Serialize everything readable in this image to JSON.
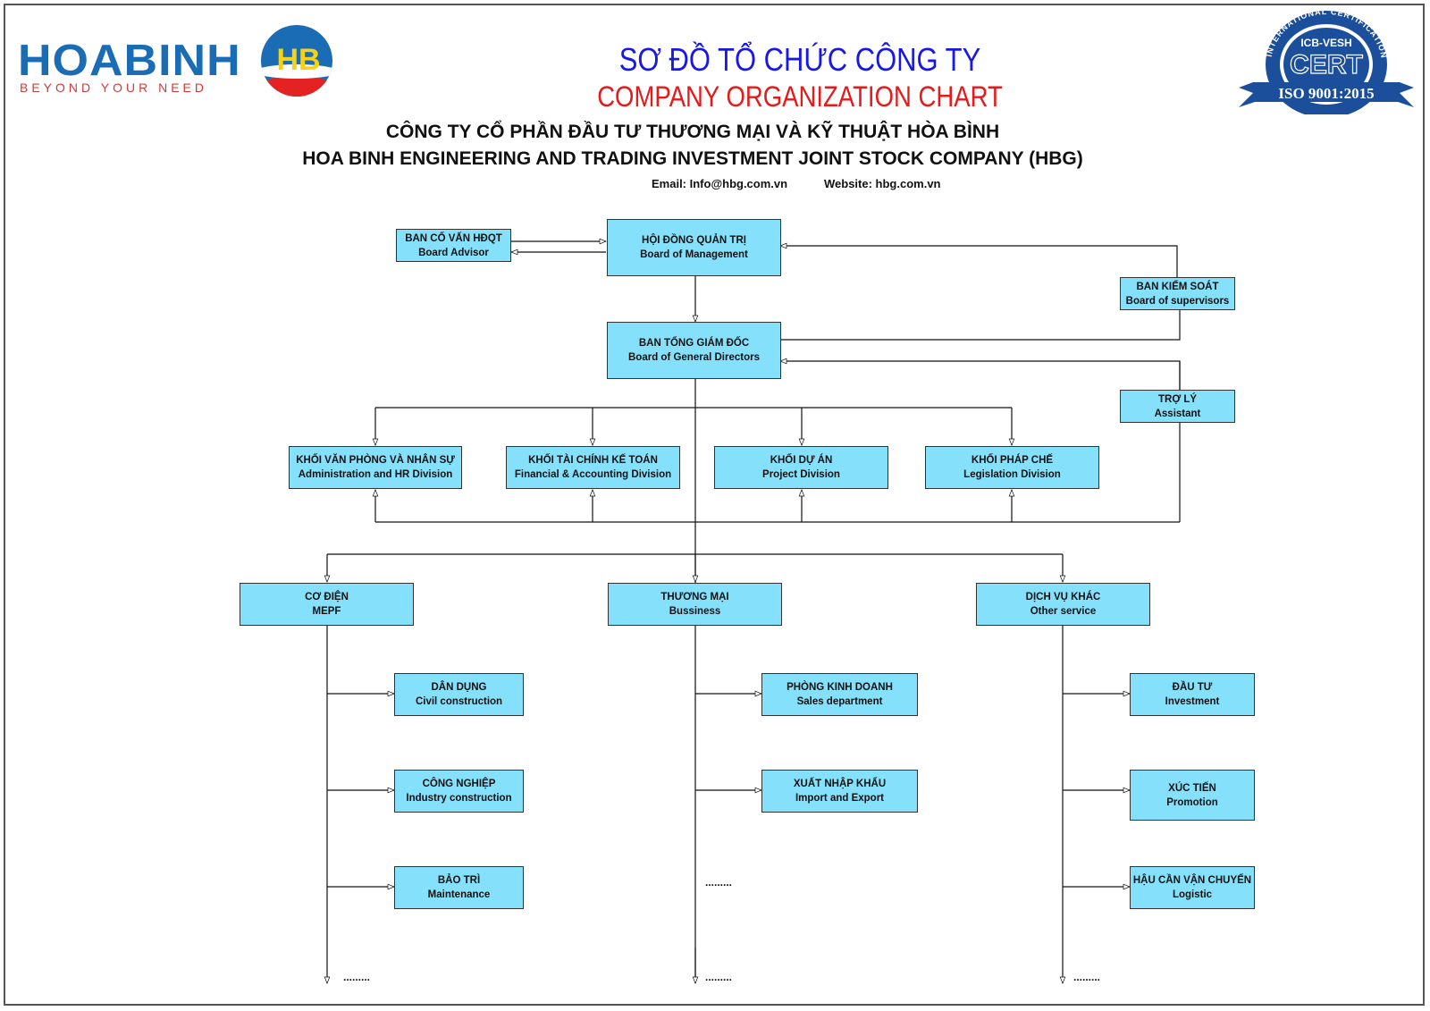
{
  "header": {
    "logo_text": "HOABINH",
    "logo_tagline": "BEYOND YOUR NEED",
    "logo_badge": "HB",
    "title_vn": "SƠ ĐỒ TỔ CHỨC CÔNG TY",
    "title_en": "COMPANY ORGANIZATION CHART",
    "company_vn": "CÔNG TY CỔ PHẦN ĐẦU TƯ THƯƠNG MẠI VÀ KỸ THUẬT HÒA BÌNH",
    "company_en": "HOA BINH ENGINEERING AND TRADING INVESTMENT JOINT STOCK COMPANY (HBG)",
    "email": "Email: Info@hbg.com.vn",
    "website": "Website: hbg.com.vn",
    "cert_ring": "INTERNATIONAL CERTIFICATION BODY",
    "cert_org": "ICB-VESH",
    "cert_word": "CERT",
    "cert_iso": "ISO 9001:2015"
  },
  "colors": {
    "box_fill": "#85e1fb",
    "title_vn": "#1818e6",
    "title_en": "#e61a1a",
    "logo_blue": "#1a6cb5",
    "logo_red": "#d23a3a",
    "cert_blue": "#1b4f9c"
  },
  "boxes": {
    "advisor": {
      "vn": "BAN CỐ VẤN HĐQT",
      "en": "Board Advisor"
    },
    "management": {
      "vn": "HỘI ĐỒNG QUẢN TRỊ",
      "en": "Board of Management"
    },
    "supervisors": {
      "vn": "BAN KIỂM SOÁT",
      "en": "Board of supervisors"
    },
    "general_directors": {
      "vn": "BAN TỔNG GIÁM ĐỐC",
      "en": "Board of General Directors"
    },
    "assistant": {
      "vn": "TRỢ LÝ",
      "en": "Assistant"
    },
    "admin_hr": {
      "vn": "KHỐI VĂN PHÒNG VÀ NHÂN SỰ",
      "en": "Administration and HR Division"
    },
    "finance": {
      "vn": "KHỐI TÀI CHÍNH KẾ TOÁN",
      "en": "Financial & Accounting Division"
    },
    "project": {
      "vn": "KHỐI DỰ ÁN",
      "en": "Project Division"
    },
    "legislation": {
      "vn": "KHỐI PHÁP CHẾ",
      "en": "Legislation Division"
    },
    "mepf": {
      "vn": "CƠ ĐIỆN",
      "en": "MEPF"
    },
    "business": {
      "vn": "THƯƠNG MẠI",
      "en": "Bussiness"
    },
    "other_service": {
      "vn": "DỊCH VỤ KHÁC",
      "en": "Other service"
    },
    "civil": {
      "vn": "DÂN DỤNG",
      "en": "Civil construction"
    },
    "industry": {
      "vn": "CÔNG NGHIỆP",
      "en": "Industry construction"
    },
    "maintenance": {
      "vn": "BẢO TRÌ",
      "en": "Maintenance"
    },
    "sales": {
      "vn": "PHÒNG KINH DOANH",
      "en": "Sales department"
    },
    "import_export": {
      "vn": "XUẤT NHẬP KHẨU",
      "en": "Import and Export"
    },
    "investment": {
      "vn": "ĐẦU TƯ",
      "en": "Investment"
    },
    "promotion": {
      "vn": "XÚC TIẾN",
      "en": "Promotion"
    },
    "logistic": {
      "vn": "HẬU CẦN VẬN CHUYỂN",
      "en": "Logistic"
    }
  },
  "ellipsis": "........."
}
